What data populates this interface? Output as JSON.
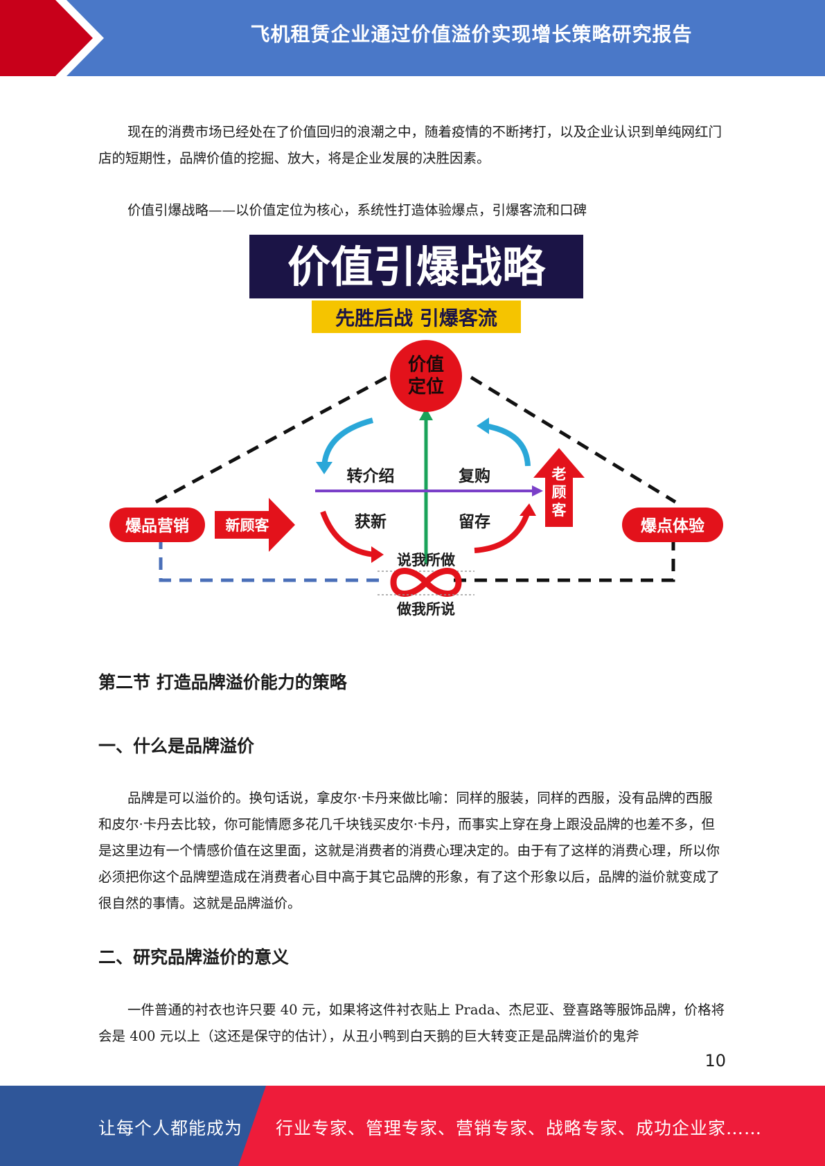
{
  "header": {
    "title": "飞机租赁企业通过价值溢价实现增长策略研究报告",
    "colors": {
      "band": "#4a78c8",
      "accent": "#c8001a"
    }
  },
  "paragraphs": {
    "intro": "现在的消费市场已经处在了价值回归的浪潮之中，随着疫情的不断拷打，以及企业认识到单纯网红门店的短期性，品牌价值的挖掘、放大，将是企业发展的决胜因素。",
    "strategy": "价值引爆战略——以价值定位为核心，系统性打造体验爆点，引爆客流和口碑",
    "brand_premium": "品牌是可以溢价的。换句话说，拿皮尔·卡丹来做比喻：同样的服装，同样的西服，没有品牌的西服和皮尔·卡丹去比较，你可能情愿多花几千块钱买皮尔·卡丹，而事实上穿在身上跟没品牌的也差不多，但是这里边有一个情感价值在这里面，这就是消费者的消费心理决定的。由于有了这样的消费心理，所以你必须把你这个品牌塑造成在消费者心目中高于其它品牌的形象，有了这个形象以后，品牌的溢价就变成了很自然的事情。这就是品牌溢价。",
    "significance": "一件普通的衬衣也许只要 40 元，如果将这件衬衣贴上 Prada、杰尼亚、登喜路等服饰品牌，价格将会是 400 元以上（这还是保守的估计），从丑小鸭到白天鹅的巨大转变正是品牌溢价的鬼斧"
  },
  "infographic": {
    "title": "价值引爆战略",
    "subtitle": "先胜后战  引爆客流",
    "center_line1": "价值",
    "center_line2": "定位",
    "left_node": "爆品营销",
    "right_node": "爆点体验",
    "new_customer": "新顾客",
    "old_customer_1": "老",
    "old_customer_2": "顾",
    "old_customer_3": "客",
    "referral": "转介绍",
    "repurchase": "复购",
    "acquire": "获新",
    "retain": "留存",
    "say_what_do": "说我所做",
    "do_what_say": "做我所说",
    "colors": {
      "navy": "#1b1446",
      "yellow": "#f5c400",
      "red": "#e3121b",
      "blue": "#2aa7d8",
      "green": "#1aa35a",
      "purple": "#7a3fc8",
      "dash_blue": "#4a6fb8"
    }
  },
  "headings": {
    "section2": "第二节  打造品牌溢价能力的策略",
    "what_is": "一、什么是品牌溢价",
    "significance": "二、研究品牌溢价的意义"
  },
  "page_number": "10",
  "footer": {
    "left": "让每个人都能成为",
    "right": "行业专家、管理专家、营销专家、战略专家、成功企业家……",
    "colors": {
      "blue": "#2f5699",
      "red": "#ee1c3a"
    }
  }
}
